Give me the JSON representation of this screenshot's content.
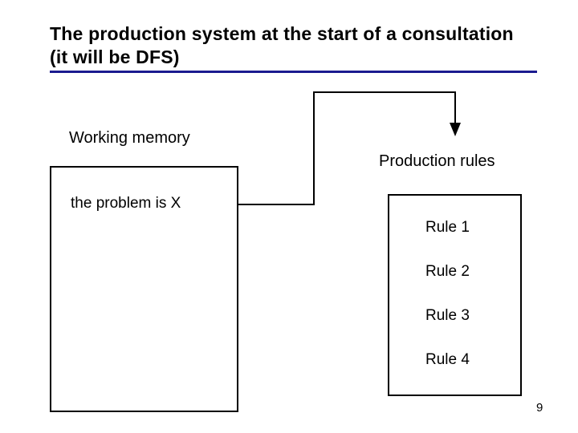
{
  "slide": {
    "title": "The production system at the start of a consultation (it will be DFS)",
    "page_number": "9",
    "accent_color": "#1b1b8f"
  },
  "diagram": {
    "working_memory": {
      "label": "Working memory",
      "content": "the problem is X"
    },
    "production_rules": {
      "label": "Production rules",
      "rules": [
        "Rule 1",
        "Rule 2",
        "Rule 3",
        "Rule 4"
      ]
    },
    "connector": {
      "name": "working-memory-to-production-rules-arrow"
    }
  }
}
